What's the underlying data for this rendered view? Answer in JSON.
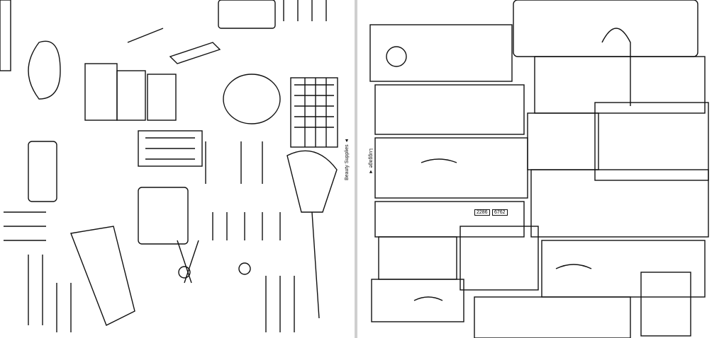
{
  "left_page": {
    "caption": "Beauty Supplies",
    "caption_arrow": "◄"
  },
  "right_page": {
    "caption": "Luggage",
    "caption_arrow": "◄",
    "tags": [
      "2286",
      "6762"
    ]
  }
}
